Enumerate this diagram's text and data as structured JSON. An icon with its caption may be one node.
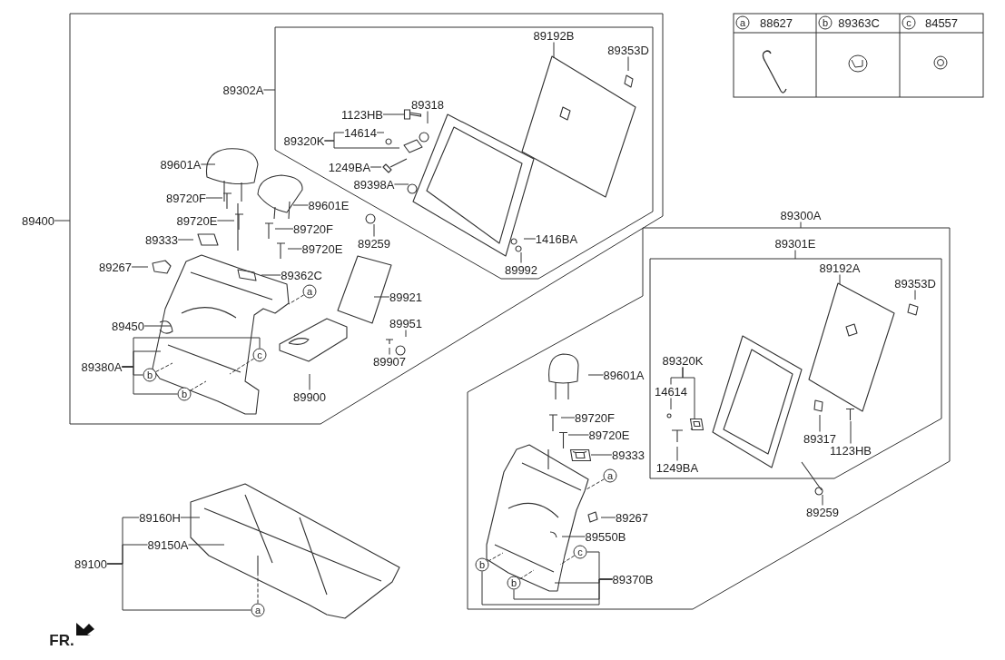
{
  "diagram": {
    "nodes": [
      {
        "text": [],
        "shape": "box"
      },
      {
        "text": [],
        "shape": "box",
        "in": 0
      },
      {
        "text": [
          "89400"
        ]
      },
      {
        "text": [
          "89302A"
        ],
        "in": 0
      },
      {
        "text": [
          "89192B"
        ],
        "in": 1
      },
      {
        "text": [
          "89353D"
        ],
        "in": 1
      },
      {
        "text": [
          "1123HB"
        ],
        "in": 1
      },
      {
        "text": [
          "89318"
        ],
        "in": 1
      },
      {
        "text": [
          "14614"
        ],
        "in": 1
      },
      {
        "text": [
          "89320K"
        ],
        "in": 1
      },
      {
        "text": [
          "1249BA"
        ],
        "in": 1
      },
      {
        "text": [
          "89398A"
        ],
        "in": 1
      },
      {
        "text": [
          "89601A"
        ],
        "in": 0
      },
      {
        "text": [
          "89601E"
        ],
        "in": 0
      },
      {
        "text": [
          "89720F"
        ],
        "in": 0
      },
      {
        "text": [
          "89720E"
        ],
        "in": 0
      },
      {
        "text": [
          "89720F"
        ],
        "in": 0
      },
      {
        "text": [
          "89720E"
        ],
        "in": 0
      },
      {
        "text": [
          "89259"
        ],
        "in": 0
      },
      {
        "text": [
          "1416BA"
        ],
        "in": 1
      },
      {
        "text": [
          "89992"
        ],
        "in": 1
      },
      {
        "text": [
          "89333"
        ],
        "in": 0
      },
      {
        "text": [
          "89267"
        ],
        "in": 0
      },
      {
        "text": [
          "89362C"
        ],
        "in": 0
      },
      {
        "text": [
          "a"
        ],
        "in": 0
      },
      {
        "text": [
          "89921"
        ],
        "in": 0
      },
      {
        "text": [
          "89951"
        ],
        "in": 0
      },
      {
        "text": [
          "89450"
        ],
        "in": 0
      },
      {
        "text": [
          "c"
        ],
        "in": 0
      },
      {
        "text": [
          "89907"
        ],
        "in": 0
      },
      {
        "text": [
          "89380A"
        ],
        "in": 0
      },
      {
        "text": [
          "b"
        ],
        "in": 0
      },
      {
        "text": [
          "b"
        ],
        "in": 0
      },
      {
        "text": [
          "89900"
        ],
        "in": 0
      },
      {
        "text": [],
        "shape": "box"
      },
      {
        "text": [],
        "shape": "box",
        "in": 34
      },
      {
        "text": [
          "89300A"
        ]
      },
      {
        "text": [
          "89301E"
        ],
        "in": 34
      },
      {
        "text": [
          "89192A"
        ],
        "in": 35
      },
      {
        "text": [
          "89353D"
        ],
        "in": 35
      },
      {
        "text": [
          "89320K"
        ],
        "in": 35
      },
      {
        "text": [
          "89601A"
        ],
        "in": 34
      },
      {
        "text": [
          "14614"
        ],
        "in": 35
      },
      {
        "text": [
          "89720F"
        ],
        "in": 34
      },
      {
        "text": [
          "89720E"
        ],
        "in": 34
      },
      {
        "text": [
          "89317"
        ],
        "in": 35
      },
      {
        "text": [
          "1123HB"
        ],
        "in": 35
      },
      {
        "text": [
          "89333"
        ],
        "in": 34
      },
      {
        "text": [
          "1249BA"
        ],
        "in": 35
      },
      {
        "text": [
          "a"
        ],
        "in": 34
      },
      {
        "text": [
          "89259"
        ],
        "in": 34
      },
      {
        "text": [
          "89267"
        ],
        "in": 34
      },
      {
        "text": [
          "89550B"
        ],
        "in": 34
      },
      {
        "text": [
          "c"
        ],
        "in": 34
      },
      {
        "text": [
          "b"
        ],
        "in": 34
      },
      {
        "text": [
          "89370B"
        ],
        "in": 34
      },
      {
        "text": [
          "b"
        ],
        "in": 34
      },
      {
        "text": [
          "89160H"
        ]
      },
      {
        "text": [
          "89150A"
        ]
      },
      {
        "text": [
          "89100"
        ]
      },
      {
        "text": [
          "a"
        ]
      },
      {
        "text": [
          "a"
        ],
        "beside": [
          "88627"
        ]
      },
      {
        "text": [
          "b"
        ],
        "beside": [
          "89363C"
        ]
      },
      {
        "text": [
          "c"
        ],
        "beside": [
          "84557"
        ]
      },
      {
        "text": [],
        "shape": "picture",
        "in": 1
      },
      {
        "text": [],
        "shape": "picture",
        "in": 35
      },
      {
        "text": [],
        "shape": "picture",
        "in": 34
      },
      {
        "text": [],
        "shape": "picture",
        "in": 35
      },
      {
        "text": [],
        "shape": "picture",
        "in": 34
      }
    ],
    "edges": [
      {
        "from": 2,
        "to": 0,
        "arrow": "none"
      },
      {
        "from": 3,
        "to": 1,
        "arrow": "none"
      },
      {
        "from": 4,
        "to": null,
        "arrow": "none"
      },
      {
        "from": 5,
        "to": null,
        "arrow": "none"
      },
      {
        "from": 6,
        "to": 64,
        "arrow": "none"
      },
      {
        "from": 7,
        "to": null,
        "arrow": "none"
      },
      {
        "from": 9,
        "to": 8,
        "arrow": "none"
      },
      {
        "from": 9,
        "to": null,
        "arrow": "none"
      },
      {
        "from": 8,
        "to": null,
        "arrow": "none"
      },
      {
        "from": 10,
        "to": null,
        "arrow": "none"
      },
      {
        "from": 11,
        "to": null,
        "arrow": "none"
      },
      {
        "from": 12,
        "to": null,
        "arrow": "none"
      },
      {
        "from": 13,
        "to": null,
        "arrow": "none"
      },
      {
        "from": 14,
        "to": null,
        "arrow": "none"
      },
      {
        "from": 15,
        "to": null,
        "arrow": "none"
      },
      {
        "from": 16,
        "to": null,
        "arrow": "none"
      },
      {
        "from": 17,
        "to": null,
        "arrow": "none"
      },
      {
        "from": 18,
        "to": null,
        "arrow": "none"
      },
      {
        "from": 19,
        "to": null,
        "arrow": "none"
      },
      {
        "from": 20,
        "to": null,
        "arrow": "none"
      },
      {
        "from": 21,
        "to": null,
        "arrow": "none"
      },
      {
        "from": 22,
        "to": null,
        "arrow": "none"
      },
      {
        "from": 23,
        "to": null,
        "arrow": "none"
      },
      {
        "from": 24,
        "to": null,
        "arrow": "none",
        "style": "dashed"
      },
      {
        "from": 25,
        "to": null,
        "arrow": "none"
      },
      {
        "from": 26,
        "to": null,
        "arrow": "none"
      },
      {
        "from": 27,
        "to": null,
        "arrow": "none"
      },
      {
        "from": 28,
        "to": null,
        "arrow": "none",
        "style": "dashed"
      },
      {
        "from": 29,
        "to": null,
        "arrow": "none"
      },
      {
        "from": 30,
        "to": null,
        "arrow": "none"
      },
      {
        "from": 30,
        "to": 28,
        "arrow": "none"
      },
      {
        "from": 30,
        "to": 31,
        "arrow": "none"
      },
      {
        "from": 30,
        "to": 32,
        "arrow": "none"
      },
      {
        "from": 31,
        "to": null,
        "arrow": "none",
        "style": "dashed"
      },
      {
        "from": 32,
        "to": null,
        "arrow": "none",
        "style": "dashed"
      },
      {
        "from": 33,
        "to": null,
        "arrow": "none"
      },
      {
        "from": 36,
        "to": 34,
        "arrow": "none"
      },
      {
        "from": 37,
        "to": 35,
        "arrow": "none"
      },
      {
        "from": 38,
        "to": null,
        "arrow": "none"
      },
      {
        "from": 39,
        "to": null,
        "arrow": "none"
      },
      {
        "from": 40,
        "to": 42,
        "arrow": "none"
      },
      {
        "from": 40,
        "to": 65,
        "arrow": "none"
      },
      {
        "from": 41,
        "to": null,
        "arrow": "none"
      },
      {
        "from": 42,
        "to": null,
        "arrow": "none"
      },
      {
        "from": 43,
        "to": null,
        "arrow": "none"
      },
      {
        "from": 44,
        "to": 66,
        "arrow": "none"
      },
      {
        "from": 45,
        "to": null,
        "arrow": "none"
      },
      {
        "from": 46,
        "to": 67,
        "arrow": "none"
      },
      {
        "from": 47,
        "to": 68,
        "arrow": "none"
      },
      {
        "from": 48,
        "to": null,
        "arrow": "none"
      },
      {
        "from": 49,
        "to": null,
        "arrow": "none",
        "style": "dashed"
      },
      {
        "from": 50,
        "to": null,
        "arrow": "none"
      },
      {
        "from": 51,
        "to": null,
        "arrow": "none"
      },
      {
        "from": 52,
        "to": null,
        "arrow": "none"
      },
      {
        "from": 53,
        "to": null,
        "arrow": "none",
        "style": "dashed"
      },
      {
        "from": 54,
        "to": null,
        "arrow": "none",
        "style": "dashed"
      },
      {
        "from": 55,
        "to": null,
        "arrow": "none"
      },
      {
        "from": 55,
        "to": 53,
        "arrow": "none"
      },
      {
        "from": 55,
        "to": 56,
        "arrow": "none"
      },
      {
        "from": 55,
        "to": 54,
        "arrow": "none"
      },
      {
        "from": 56,
        "to": null,
        "arrow": "none",
        "style": "dashed"
      },
      {
        "from": 57,
        "to": null,
        "arrow": "none"
      },
      {
        "from": 58,
        "to": null,
        "arrow": "none"
      },
      {
        "from": 59,
        "to": 57,
        "arrow": "none"
      },
      {
        "from": 59,
        "to": 58,
        "arrow": "none"
      },
      {
        "from": 59,
        "to": 60,
        "arrow": "none"
      },
      {
        "from": 60,
        "to": null,
        "arrow": "none",
        "style": "dashed"
      }
    ],
    "labels": [
      "FR."
    ]
  }
}
